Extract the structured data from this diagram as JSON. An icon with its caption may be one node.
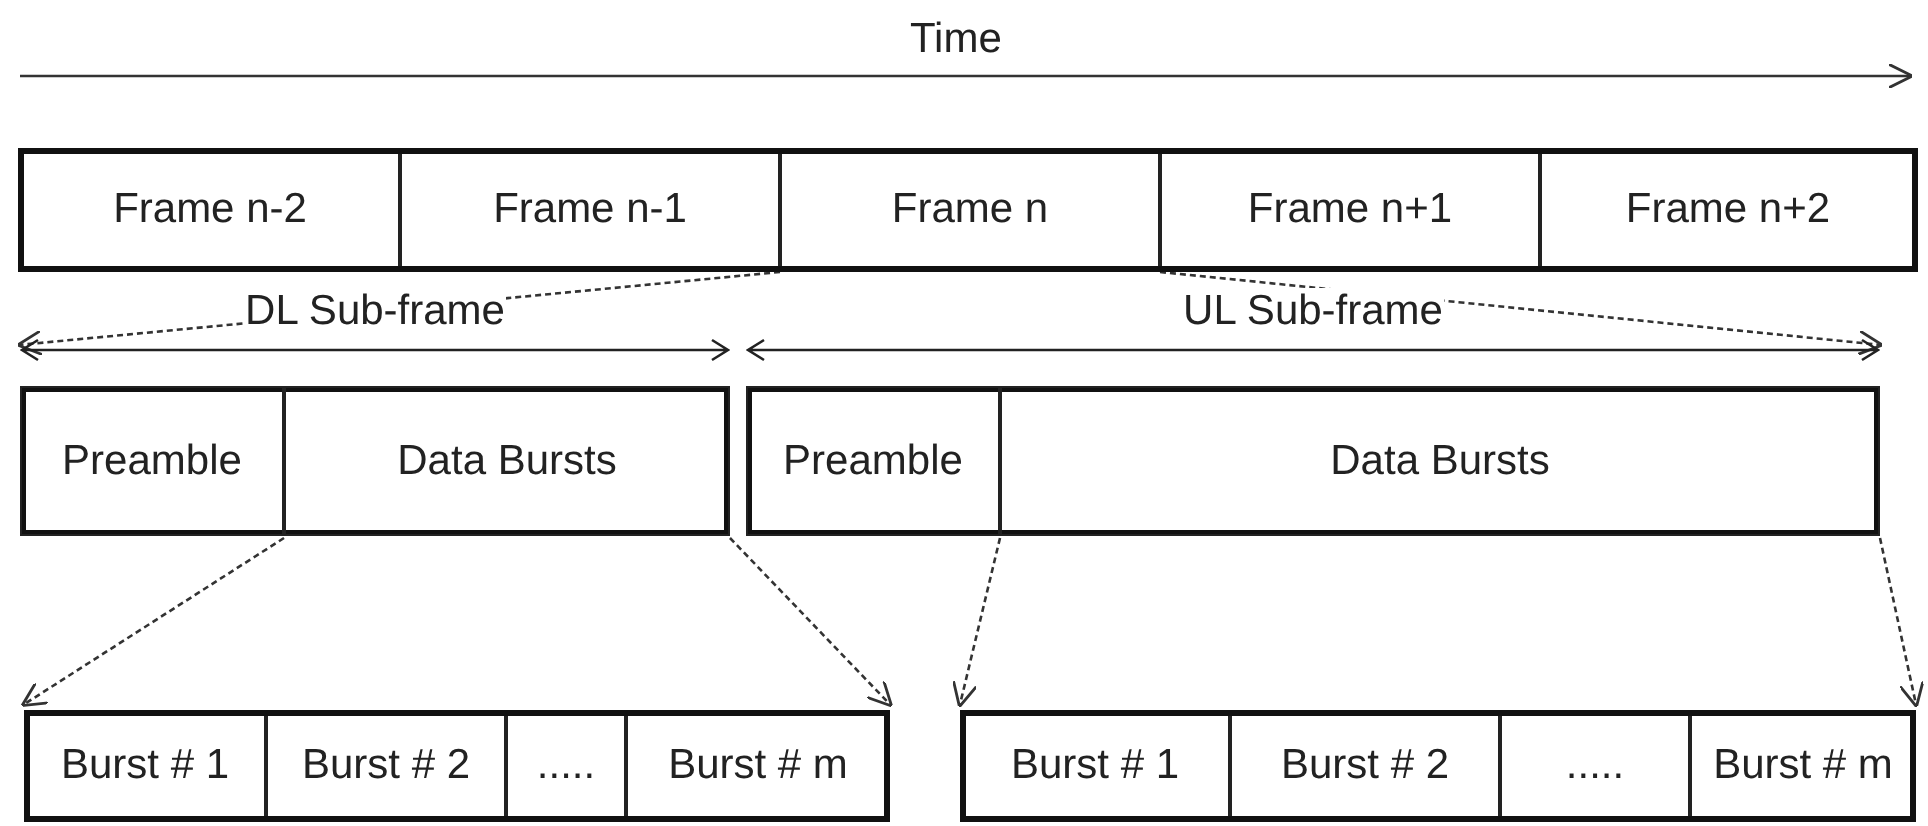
{
  "diagram": {
    "nodes": [
      {
        "text": [
          "Frame n-2"
        ]
      },
      {
        "text": [
          "Frame n-1"
        ]
      },
      {
        "text": [
          "Frame n"
        ]
      },
      {
        "text": [
          "Frame n+1"
        ]
      },
      {
        "text": [
          "Frame n+2"
        ]
      },
      {
        "text": [
          "DL Sub-frame"
        ]
      },
      {
        "text": [
          "Preamble"
        ],
        "in": 5
      },
      {
        "text": [
          "Data Bursts"
        ],
        "in": 5
      },
      {
        "text": [
          "UL Sub-frame"
        ]
      },
      {
        "text": [
          "Preamble"
        ],
        "in": 8
      },
      {
        "text": [
          "Data Bursts"
        ],
        "in": 8
      },
      {
        "text": [],
        "shape": "box"
      },
      {
        "text": [
          "Burst # 1"
        ],
        "in": 11
      },
      {
        "text": [
          "Burst # 2"
        ],
        "in": 11
      },
      {
        "text": [
          "....."
        ],
        "in": 11
      },
      {
        "text": [
          "Burst # m"
        ],
        "in": 11
      },
      {
        "text": [],
        "shape": "box"
      },
      {
        "text": [
          "Burst # 1"
        ],
        "in": 16
      },
      {
        "text": [
          "Burst # 2"
        ],
        "in": 16
      },
      {
        "text": [
          "....."
        ],
        "in": 16
      },
      {
        "text": [
          "Burst # m"
        ],
        "in": 16
      }
    ],
    "edges": [
      {
        "from": 2,
        "to": 5,
        "arrow": "to",
        "style": "dashed"
      },
      {
        "from": 2,
        "to": 8,
        "arrow": "to",
        "style": "dashed"
      },
      {
        "from": 7,
        "to": 11,
        "arrow": "to",
        "style": "dashed"
      },
      {
        "from": 7,
        "to": 11,
        "arrow": "to",
        "style": "dashed"
      },
      {
        "from": 10,
        "to": 16,
        "arrow": "to",
        "style": "dashed"
      },
      {
        "from": 10,
        "to": 16,
        "arrow": "to",
        "style": "dashed"
      }
    ],
    "labels": [
      "Time"
    ]
  }
}
